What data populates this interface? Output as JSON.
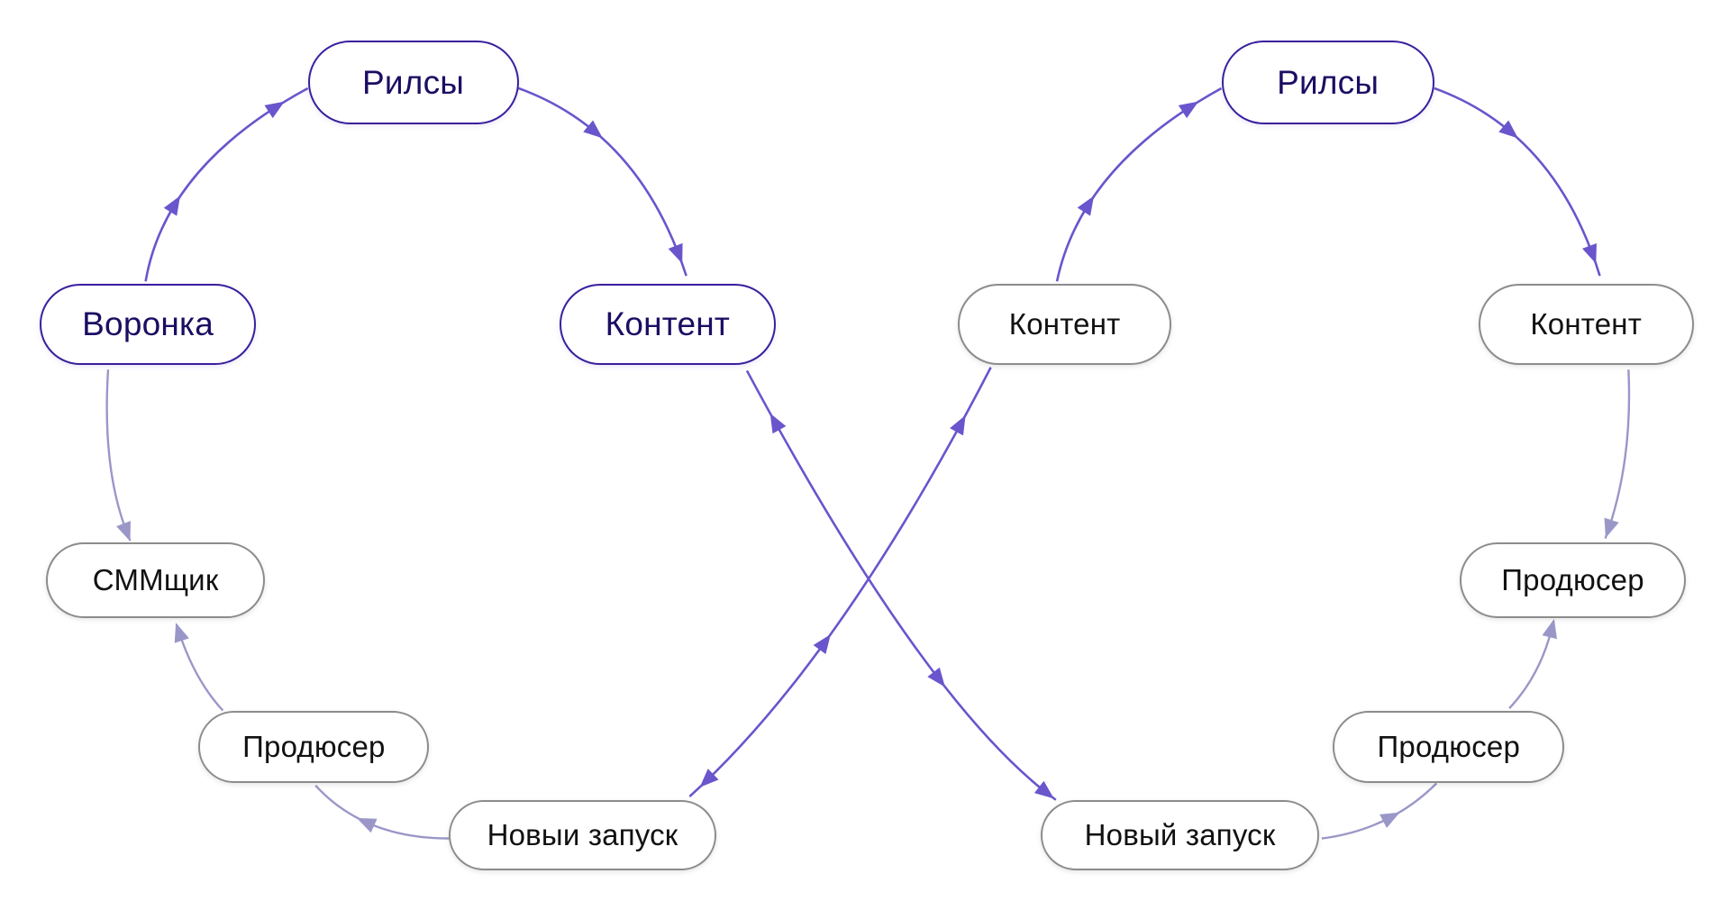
{
  "nodes": {
    "reels_left": {
      "label": "Рилсы",
      "style": "primary"
    },
    "funnel_left": {
      "label": "Воронка",
      "style": "primary"
    },
    "content_left": {
      "label": "Контент",
      "style": "primary"
    },
    "smm_left": {
      "label": "СММщик",
      "style": "secondary"
    },
    "producer_left": {
      "label": "Продюсер",
      "style": "secondary"
    },
    "launch_left": {
      "label": "Новыи запуск",
      "style": "secondary"
    },
    "reels_right": {
      "label": "Рилсы",
      "style": "primary"
    },
    "content_right_a": {
      "label": "Контент",
      "style": "secondary"
    },
    "content_right_b": {
      "label": "Контент",
      "style": "secondary"
    },
    "producer_right_a": {
      "label": "Продюсер",
      "style": "secondary"
    },
    "producer_right_b": {
      "label": "Продюсер",
      "style": "secondary"
    },
    "launch_right": {
      "label": "Новый запуск",
      "style": "secondary"
    }
  },
  "edges": [
    {
      "from": "funnel_left",
      "to": "reels_left",
      "tone": "strong"
    },
    {
      "from": "reels_left",
      "to": "content_left",
      "tone": "strong"
    },
    {
      "from": "funnel_left",
      "to": "smm_left",
      "tone": "soft"
    },
    {
      "from": "producer_left",
      "to": "smm_left",
      "tone": "soft"
    },
    {
      "from": "launch_left",
      "to": "producer_left",
      "tone": "soft"
    },
    {
      "from": "launch_left",
      "to": "content_right_a",
      "tone": "strong"
    },
    {
      "from": "content_left",
      "to": "launch_right",
      "tone": "strong"
    },
    {
      "from": "content_right_a",
      "to": "reels_right",
      "tone": "strong"
    },
    {
      "from": "reels_right",
      "to": "content_right_b",
      "tone": "strong"
    },
    {
      "from": "content_right_b",
      "to": "producer_right_a",
      "tone": "soft"
    },
    {
      "from": "producer_right_b",
      "to": "producer_right_a",
      "tone": "soft"
    },
    {
      "from": "launch_right",
      "to": "producer_right_b",
      "tone": "soft"
    }
  ],
  "colors": {
    "strong_edge": "#6a55cc",
    "soft_edge": "#9a97c8",
    "primary_border": "#3a1f9e",
    "primary_text": "#1a0e63",
    "secondary_border": "#8c8c8c",
    "secondary_text": "#111111"
  }
}
